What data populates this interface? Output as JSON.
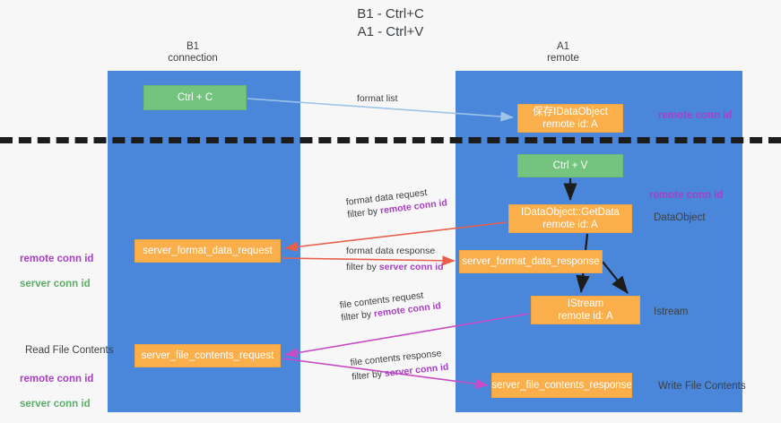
{
  "diagram": {
    "title": "B1 - Ctrl+C\nA1 - Ctrl+V",
    "columns": [
      {
        "id": "b1",
        "header": "B1\nconnection"
      },
      {
        "id": "a1",
        "header": "A1\nremote"
      }
    ],
    "nodes": [
      {
        "id": "ctrl-c",
        "label": "Ctrl + C",
        "color": "#74c47f",
        "lane": "b1"
      },
      {
        "id": "idataobject",
        "label": "保存IDataObject\nremote id: A",
        "color": "#fbaf4b",
        "lane": "a1"
      },
      {
        "id": "ctrl-v",
        "label": "Ctrl + V",
        "color": "#74c47f",
        "lane": "a1"
      },
      {
        "id": "idataobject-getdata",
        "label": "IDataObject::GetData\nremote id: A",
        "color": "#fbaf4b",
        "lane": "a1"
      },
      {
        "id": "server-format-data-request",
        "label": "server_format_data_request",
        "color": "#fbaf4b",
        "lane": "b1"
      },
      {
        "id": "server-format-data-response",
        "label": "server_format_data_response",
        "color": "#fbaf4b",
        "lane": "a1"
      },
      {
        "id": "istream",
        "label": "IStream\nremote id: A",
        "color": "#fbaf4b",
        "lane": "a1"
      },
      {
        "id": "server-file-contents-request",
        "label": "server_file_contents_request",
        "color": "#fbaf4b",
        "lane": "b1"
      },
      {
        "id": "server-file-contents-response",
        "label": "server_file_contents_response",
        "color": "#fbaf4b",
        "lane": "a1"
      }
    ],
    "edges": [
      {
        "id": "format-list",
        "primary": "format list",
        "filter_prefix": "",
        "filter_key": "",
        "color": "#9ec5e8"
      },
      {
        "id": "format-data-request",
        "primary": "format data request",
        "filter_prefix": "filter by ",
        "filter_key": "remote conn id",
        "color": "#e8604c"
      },
      {
        "id": "format-data-response",
        "primary": "format data response",
        "filter_prefix": "filter by ",
        "filter_key": "server conn id",
        "color": "#e8604c"
      },
      {
        "id": "file-contents-request",
        "primary": "file contents request",
        "filter_prefix": "filter by ",
        "filter_key": "remote conn id",
        "color": "#c74bc4"
      },
      {
        "id": "file-contents-response",
        "primary": "file contents response",
        "filter_prefix": "filter by ",
        "filter_key": "server conn id",
        "color": "#c74bc4"
      }
    ],
    "annotations": {
      "remote_conn_id_top": "remote conn id",
      "remote_conn_id_mid": "remote conn id",
      "dataobject": "DataObject",
      "istream": "Istream",
      "write_file_contents": "Write File Contents",
      "read_file_contents": "Read File Contents",
      "left_ids_remote": "remote conn id",
      "left_ids_server": "server conn id"
    },
    "colors": {
      "lane": "#4a86d9",
      "green_node": "#74c47f",
      "orange_node": "#fbaf4b",
      "purple_text": "#a83fc4",
      "green_text": "#5bad67",
      "red_arrow": "#e8604c",
      "purple_arrow": "#c74bc4",
      "blue_arrow": "#9ec5e8",
      "background": "#f7f7f7",
      "divider": "#1c1c1c"
    }
  }
}
